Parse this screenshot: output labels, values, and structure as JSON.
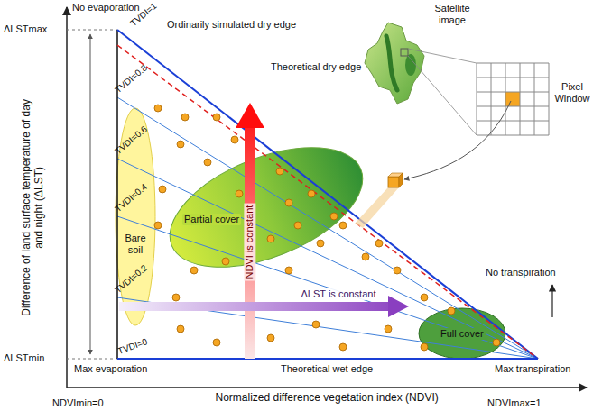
{
  "diagram": {
    "nodes": [
      {
        "text": [
          "Bare soil"
        ]
      },
      {
        "text": [
          "Partial cover"
        ]
      },
      {
        "text": [
          "Full cover"
        ]
      }
    ],
    "labels": [
      "No evaporation",
      "ΔLSTmax",
      "TVDI=1",
      "Ordinarily simulated dry edge",
      "Theoretical dry edge",
      "Satellite image",
      "Pixel Window",
      "TVDI=0.8",
      "TVDI=0.6",
      "TVDI=0.4",
      "TVDI=0.2",
      "TVDI=0",
      "NDVI is constant",
      "ΔLST is constant",
      "No transpiration",
      "Difference of land surface temperature of day and night (ΔLST)",
      "ΔLSTmin",
      "Max evaporation",
      "Theoretical wet edge",
      "Max transpiration",
      "Normalized difference vegetation index (NDVI)",
      "NDVImin=0",
      "NDVImax=1"
    ]
  }
}
